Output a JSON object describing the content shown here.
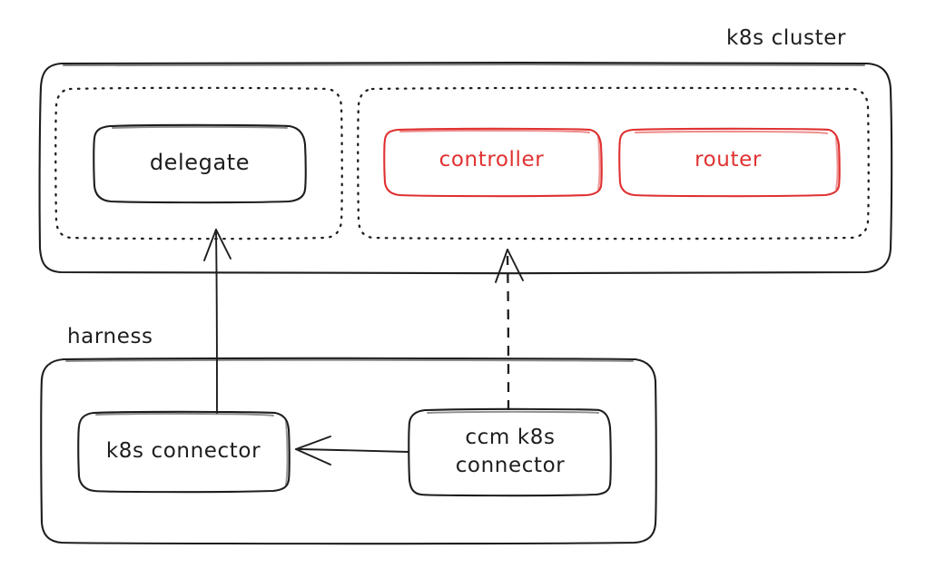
{
  "diagram": {
    "title": "k8s cluster and harness connector architecture",
    "background": "#ffffff",
    "ink_color": "#1e1e1e",
    "accent_color": "#e03131",
    "containers": [
      {
        "id": "k8s-cluster",
        "label": "k8s cluster",
        "label_position": "outside-top-right",
        "border": "solid",
        "color": "#1e1e1e"
      },
      {
        "id": "harness",
        "label": "harness",
        "label_position": "outside-top-left",
        "border": "solid",
        "color": "#1e1e1e"
      },
      {
        "id": "delegate-group",
        "label": "",
        "border": "dotted",
        "color": "#1e1e1e"
      },
      {
        "id": "controller-router-group",
        "label": "",
        "border": "dotted",
        "color": "#1e1e1e"
      }
    ],
    "nodes": [
      {
        "id": "delegate",
        "label": "delegate",
        "color": "#1e1e1e",
        "parent": "delegate-group"
      },
      {
        "id": "controller",
        "label": "controller",
        "color": "#e03131",
        "parent": "controller-router-group"
      },
      {
        "id": "router",
        "label": "router",
        "color": "#e03131",
        "parent": "controller-router-group"
      },
      {
        "id": "k8s-connector",
        "label": "k8s connector",
        "color": "#1e1e1e",
        "parent": "harness"
      },
      {
        "id": "ccm-connector",
        "label": "ccm k8s\nconnector",
        "color": "#1e1e1e",
        "parent": "harness"
      }
    ],
    "edges": [
      {
        "id": "edge-k8sconnector-delegate",
        "from": "k8s-connector",
        "to": "delegate-group",
        "style": "solid",
        "arrow": "end"
      },
      {
        "id": "edge-ccm-controllergroup",
        "from": "ccm-connector",
        "to": "controller-router-group",
        "style": "dashed",
        "arrow": "end"
      },
      {
        "id": "edge-ccm-k8sconnector",
        "from": "ccm-connector",
        "to": "k8s-connector",
        "style": "solid",
        "arrow": "end"
      }
    ]
  }
}
